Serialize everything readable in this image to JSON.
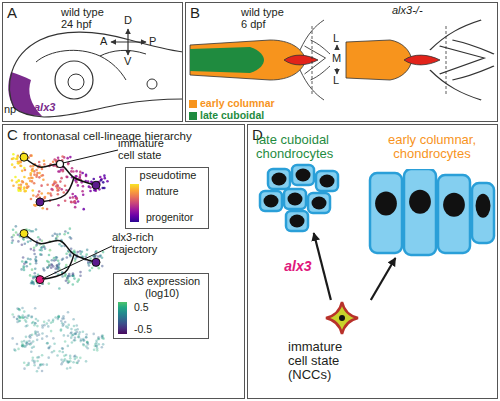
{
  "diagram": {
    "nodes": [
      {
        "text": [
          "A",
          "wild type 24 hpf"
        ]
      },
      {
        "text": [
          "B",
          "wild type 6 dpf"
        ]
      },
      {
        "text": [
          "C",
          "frontonasal cell-lineage hierarchy"
        ]
      },
      {
        "text": [
          "D"
        ]
      },
      {
        "text": [
          "pseudotime",
          "mature",
          "progenitor"
        ],
        "in": 2
      },
      {
        "text": [
          "alx3 expression (log10)",
          "0.5",
          "-0.5"
        ],
        "in": 2
      },
      {
        "text": [
          "late cuboidal chondrocytes"
        ],
        "in": 3
      },
      {
        "text": [
          "early columnar, chondrocytes"
        ],
        "in": 3
      },
      {
        "text": [
          "immature cell state (NCCs)"
        ],
        "in": 3
      }
    ],
    "edges": [
      {
        "from": 8,
        "to": 6,
        "arrow": "to",
        "label": "alx3"
      },
      {
        "from": 8,
        "to": 7,
        "arrow": "to"
      }
    ],
    "labels": [
      "D",
      "V",
      "A",
      "P",
      "np",
      "alx3",
      "alx3-/-",
      "L",
      "M",
      "L",
      "immature cell state",
      "alx3-rich trajectory"
    ],
    "legend": [
      {
        "text": "early columnar",
        "color": "#f7941d"
      },
      {
        "text": "late cuboidal",
        "color": "#1f8b3f"
      }
    ]
  }
}
